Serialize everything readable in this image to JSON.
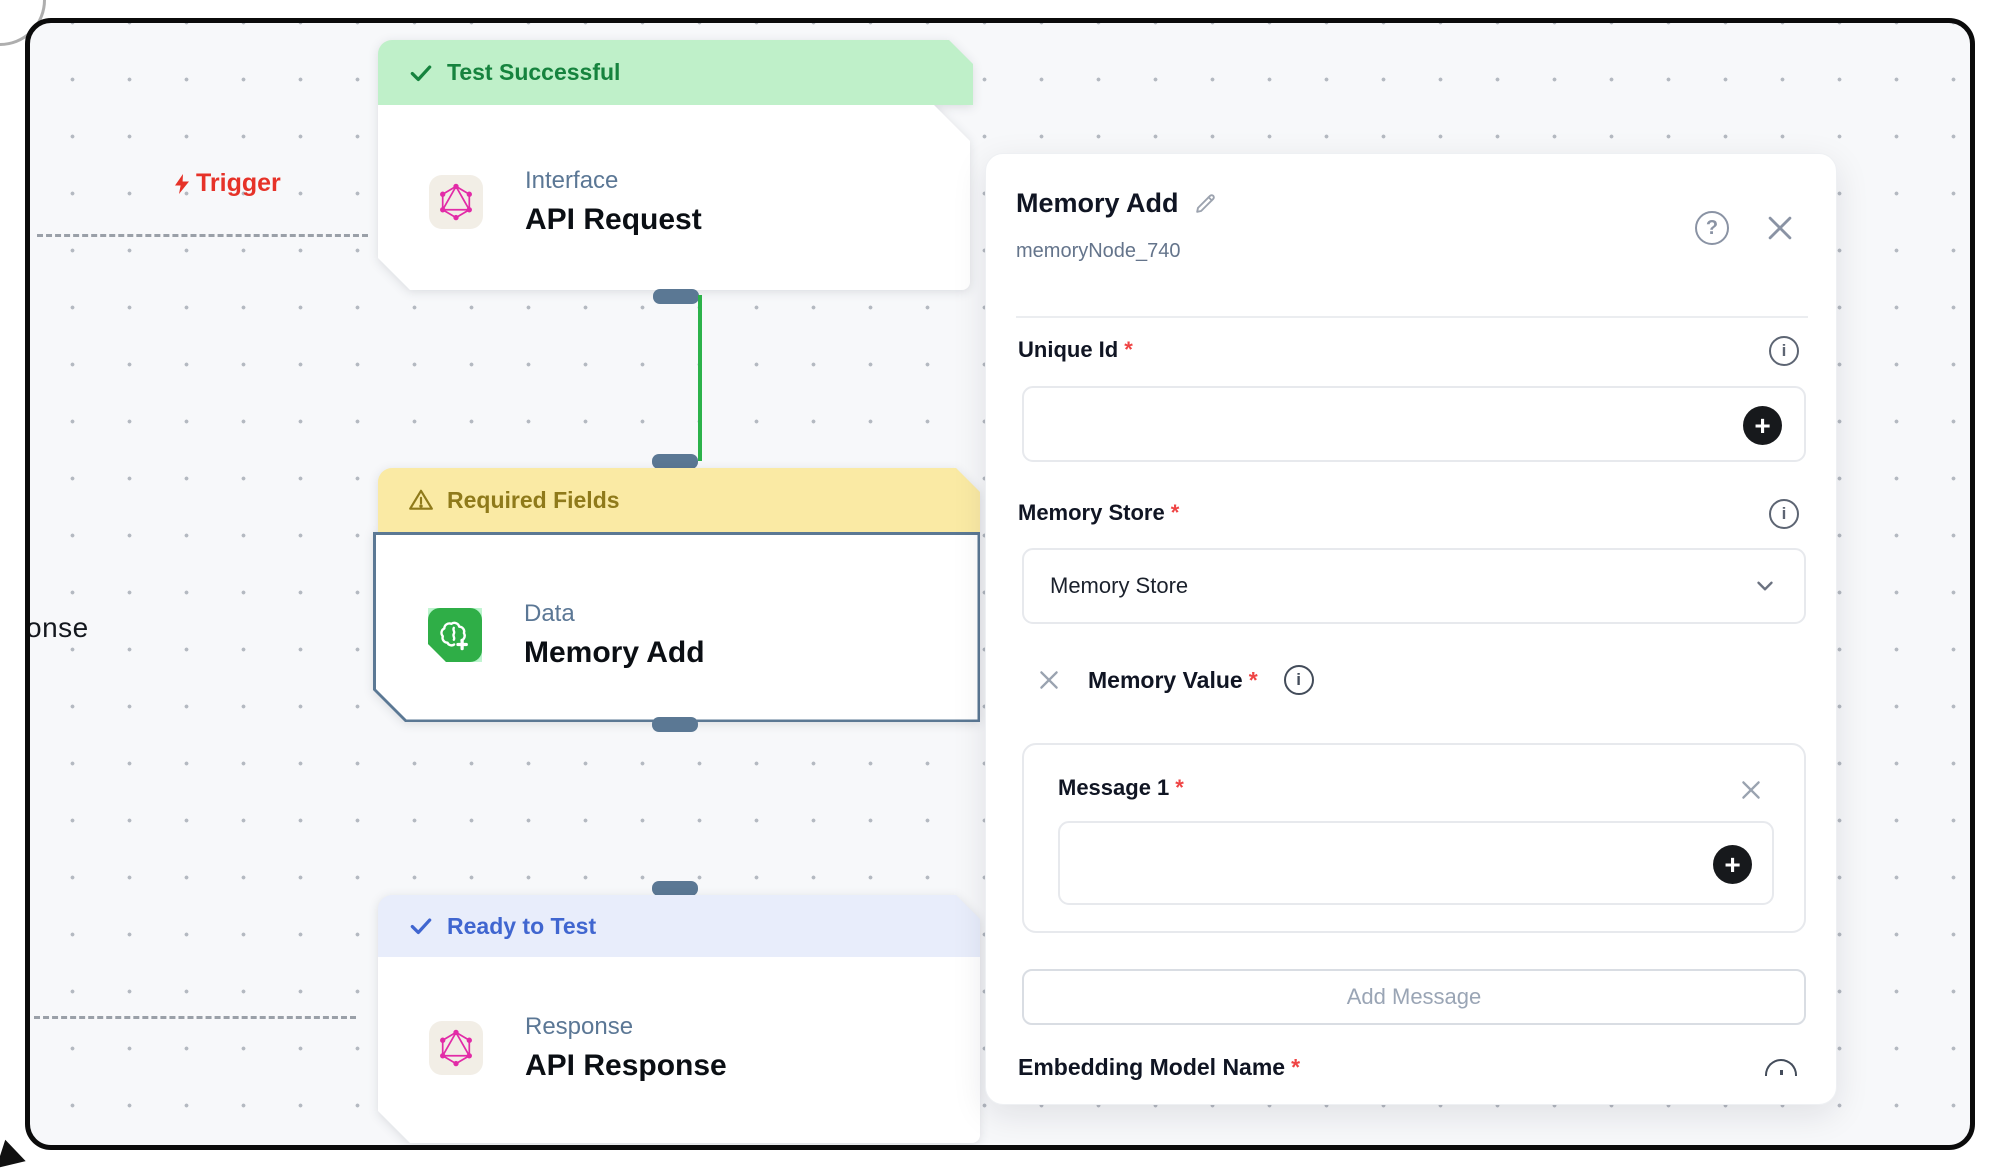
{
  "canvas": {
    "trigger_label": "Trigger",
    "partial_left_label": "onse",
    "nodes": [
      {
        "status_label": "Test Successful",
        "category": "Interface",
        "title": "API Request"
      },
      {
        "status_label": "Required Fields",
        "category": "Data",
        "title": "Memory Add"
      },
      {
        "status_label": "Ready to Test",
        "category": "Response",
        "title": "API Response"
      }
    ]
  },
  "panel": {
    "title": "Memory Add",
    "node_id": "memoryNode_740",
    "required_mark": "*",
    "help_glyph": "?",
    "info_glyph": "i",
    "plus_glyph": "+",
    "unique_id_label": "Unique Id",
    "memory_store_label": "Memory Store",
    "memory_store_value": "Memory Store",
    "memory_value_label": "Memory Value",
    "message_label": "Message 1",
    "add_message_button": "Add Message",
    "embedding_model_label": "Embedding Model Name"
  },
  "theme": {
    "success_bg": "#bff0c9",
    "success_text": "#16833e",
    "warning_bg": "#faeaa4",
    "warning_text": "#8f7a1a",
    "info_bg": "#e8edfb",
    "info_text": "#4066d0",
    "slate": "#5b7894",
    "edge_green": "#2cb24a",
    "node_icon_green": "#2fae47",
    "graphql_pink": "#e22ba7",
    "trigger_red": "#e63228",
    "required_red": "#ef4444",
    "canvas_bg": "#f7f8fa",
    "frame_border": "#0b0b0b"
  }
}
